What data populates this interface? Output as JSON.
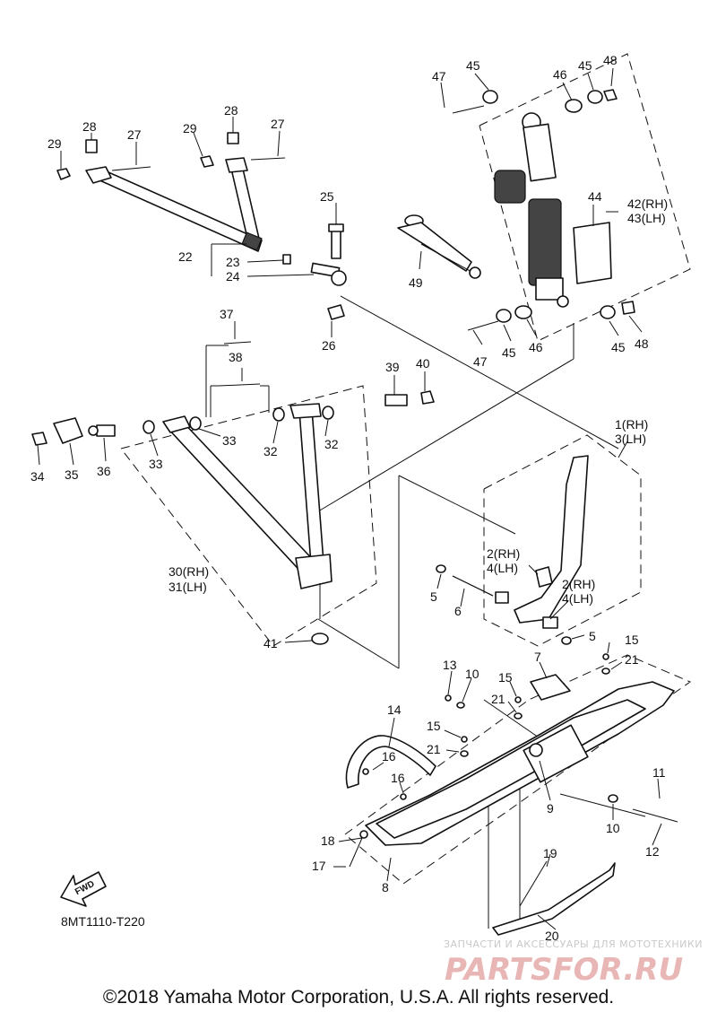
{
  "diagram": {
    "diagram_code": "8MT1110-T220",
    "copyright": "©2018 Yamaha Motor Corporation, U.S.A. All rights reserved.",
    "fwd_label": "FWD",
    "watermark": {
      "tagline": "ЗАПЧАСТИ И АКСЕССУАРЫ ДЛЯ МОТОТЕХНИКИ",
      "brand": "PARTSFOR.RU"
    },
    "callouts": {
      "c1": "1(RH)",
      "c3": "3(LH)",
      "c2a": "2(RH)",
      "c4a": "4(LH)",
      "c2b": "2(RH)",
      "c4b": "4(LH)",
      "c5a": "5",
      "c5b": "5",
      "c6": "6",
      "c7": "7",
      "c8": "8",
      "c9": "9",
      "c10a": "10",
      "c10b": "10",
      "c11": "11",
      "c12": "12",
      "c13": "13",
      "c14": "14",
      "c15a": "15",
      "c15b": "15",
      "c15c": "15",
      "c16a": "16",
      "c16b": "16",
      "c17": "17",
      "c18": "18",
      "c19": "19",
      "c20": "20",
      "c21a": "21",
      "c21b": "21",
      "c21c": "21",
      "c22": "22",
      "c23": "23",
      "c24": "24",
      "c25": "25",
      "c26": "26",
      "c27a": "27",
      "c27b": "27",
      "c28a": "28",
      "c28b": "28",
      "c29a": "29",
      "c29b": "29",
      "c30": "30(RH)",
      "c31": "31(LH)",
      "c32a": "32",
      "c32b": "32",
      "c33a": "33",
      "c33b": "33",
      "c34": "34",
      "c35": "35",
      "c36": "36",
      "c37": "37",
      "c38": "38",
      "c39": "39",
      "c40": "40",
      "c41": "41",
      "c42": "42(RH)",
      "c43": "43(LH)",
      "c44": "44",
      "c45a": "45",
      "c45b": "45",
      "c45c": "45",
      "c45d": "45",
      "c46a": "46",
      "c46b": "46",
      "c47a": "47",
      "c47b": "47",
      "c48a": "48",
      "c48b": "48",
      "c49": "49"
    }
  }
}
